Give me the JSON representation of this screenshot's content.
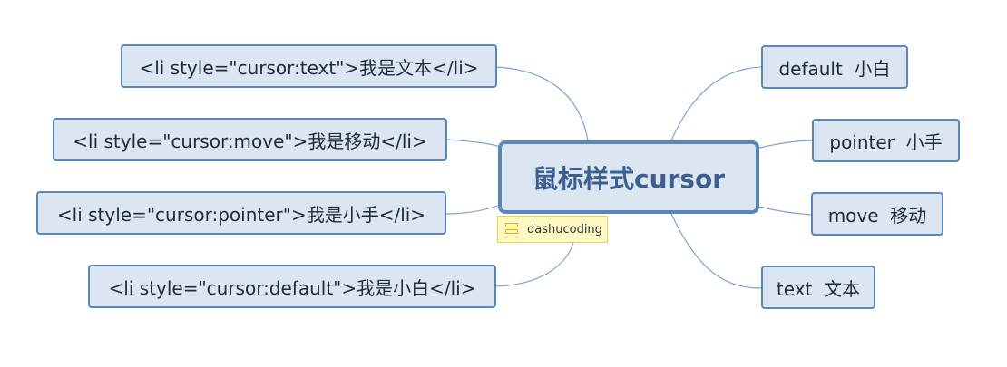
{
  "root": {
    "label": "鼠标样式cursor"
  },
  "note": {
    "label": "dashucoding",
    "icon": "note-icon"
  },
  "left_nodes": [
    {
      "label": "<li style=\"cursor:text\">我是文本</li>"
    },
    {
      "label": "<li style=\"cursor:move\">我是移动</li>"
    },
    {
      "label": "<li style=\"cursor:pointer\">我是小手</li>"
    },
    {
      "label": "<li style=\"cursor:default\">我是小白</li>"
    }
  ],
  "right_nodes": [
    {
      "label": "default  小白"
    },
    {
      "label": "pointer  小手"
    },
    {
      "label": "move  移动"
    },
    {
      "label": "text  文本"
    }
  ],
  "colors": {
    "node_fill": "#dce6f2",
    "node_border": "#5a86bb",
    "link": "#7ea6cf",
    "root_text": "#3d5f90",
    "note_fill": "#fff8c5"
  }
}
